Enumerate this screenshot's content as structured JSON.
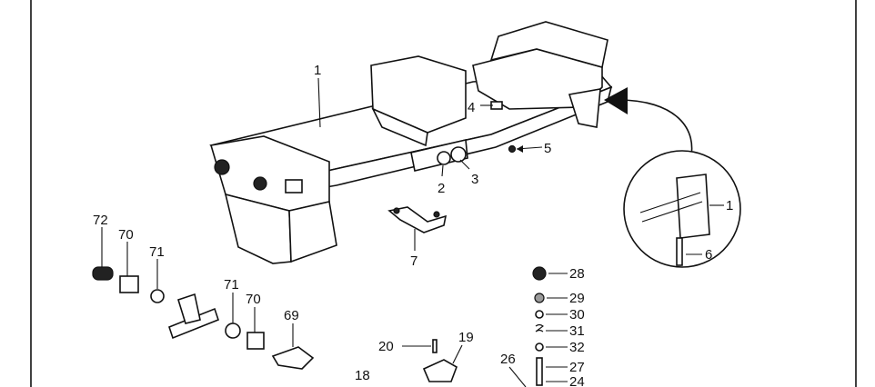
{
  "diagram": {
    "callouts": [
      "1",
      "2",
      "3",
      "4",
      "5",
      "6",
      "7",
      "72",
      "70",
      "71",
      "71",
      "70",
      "69",
      "20",
      "19",
      "18",
      "26",
      "27",
      "24",
      "28",
      "29",
      "30",
      "31",
      "32",
      "1"
    ],
    "callout_ids": {
      "frame_main": "1",
      "frame_nut": "2",
      "frame_bushing": "3",
      "frame_bolt": "4",
      "frame_plug": "5",
      "inset_pin": "6",
      "bracket": "7",
      "spacer": "72",
      "hex_nut_left": "70",
      "lock_nut_left": "71",
      "lock_nut_right": "71",
      "hex_nut_right": "70",
      "tie_rod_end": "69",
      "cotter_pin": "20",
      "clevis": "19",
      "linkage": "18",
      "rod": "26",
      "rod_end": "27",
      "rod_base": "24",
      "cap": "28",
      "nut": "29",
      "washer_a": "30",
      "spring": "31",
      "washer_b": "32",
      "inset_frame": "1"
    }
  }
}
